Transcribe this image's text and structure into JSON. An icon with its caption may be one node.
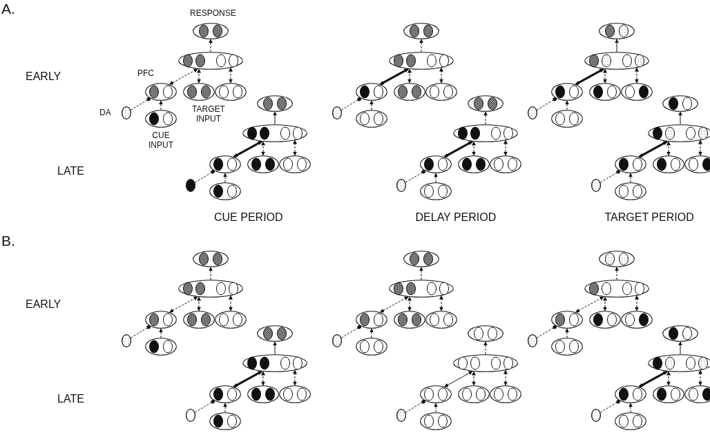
{
  "diagram": {
    "nodes": [
      {
        "text": [],
        "shape": "ellipse",
        "beside": [
          "RESPONSE"
        ]
      },
      {
        "text": [],
        "shape": "ellipse"
      },
      {
        "text": [],
        "shape": "ellipse",
        "beside": [
          "PFC"
        ]
      },
      {
        "text": [],
        "shape": "ellipse",
        "beside": [
          "TARGET INPUT"
        ]
      },
      {
        "text": [],
        "shape": "ellipse"
      },
      {
        "text": [],
        "shape": "ellipse",
        "beside": [
          "DA"
        ]
      },
      {
        "text": [],
        "shape": "ellipse",
        "beside": [
          "CUE INPUT"
        ]
      },
      {
        "text": [],
        "shape": "ellipse"
      },
      {
        "text": [],
        "shape": "ellipse"
      },
      {
        "text": [],
        "shape": "ellipse"
      },
      {
        "text": [],
        "shape": "ellipse"
      },
      {
        "text": [],
        "shape": "ellipse"
      },
      {
        "text": [],
        "shape": "ellipse"
      },
      {
        "text": [],
        "shape": "ellipse"
      },
      {
        "text": [],
        "shape": "ellipse"
      },
      {
        "text": [],
        "shape": "ellipse"
      },
      {
        "text": [],
        "shape": "ellipse"
      },
      {
        "text": [],
        "shape": "ellipse"
      },
      {
        "text": [],
        "shape": "ellipse"
      },
      {
        "text": [],
        "shape": "ellipse"
      },
      {
        "text": [],
        "shape": "ellipse"
      },
      {
        "text": [],
        "shape": "ellipse"
      },
      {
        "text": [],
        "shape": "ellipse"
      },
      {
        "text": [],
        "shape": "ellipse"
      },
      {
        "text": [],
        "shape": "ellipse"
      },
      {
        "text": [],
        "shape": "ellipse"
      },
      {
        "text": [],
        "shape": "ellipse"
      },
      {
        "text": [],
        "shape": "ellipse"
      },
      {
        "text": [],
        "shape": "ellipse"
      },
      {
        "text": [],
        "shape": "ellipse"
      },
      {
        "text": [],
        "shape": "ellipse"
      },
      {
        "text": [],
        "shape": "ellipse"
      },
      {
        "text": [],
        "shape": "ellipse"
      },
      {
        "text": [],
        "shape": "ellipse"
      },
      {
        "text": [],
        "shape": "ellipse"
      },
      {
        "text": [],
        "shape": "ellipse"
      },
      {
        "text": [],
        "shape": "ellipse"
      },
      {
        "text": [],
        "shape": "ellipse"
      },
      {
        "text": [],
        "shape": "ellipse"
      },
      {
        "text": [],
        "shape": "ellipse"
      },
      {
        "text": [],
        "shape": "ellipse"
      },
      {
        "text": [],
        "shape": "ellipse"
      },
      {
        "text": [],
        "shape": "ellipse"
      },
      {
        "text": [],
        "shape": "ellipse"
      },
      {
        "text": [],
        "shape": "ellipse"
      },
      {
        "text": [],
        "shape": "ellipse"
      },
      {
        "text": [],
        "shape": "ellipse"
      },
      {
        "text": [],
        "shape": "ellipse"
      },
      {
        "text": [],
        "shape": "ellipse"
      },
      {
        "text": [],
        "shape": "ellipse"
      },
      {
        "text": [],
        "shape": "ellipse"
      },
      {
        "text": [],
        "shape": "ellipse"
      },
      {
        "text": [],
        "shape": "ellipse"
      },
      {
        "text": [],
        "shape": "ellipse"
      },
      {
        "text": [],
        "shape": "ellipse"
      },
      {
        "text": [],
        "shape": "ellipse"
      },
      {
        "text": [],
        "shape": "ellipse"
      },
      {
        "text": [],
        "shape": "ellipse"
      },
      {
        "text": [],
        "shape": "ellipse"
      },
      {
        "text": [],
        "shape": "ellipse"
      },
      {
        "text": [],
        "shape": "ellipse"
      },
      {
        "text": [],
        "shape": "ellipse"
      },
      {
        "text": [],
        "shape": "ellipse"
      },
      {
        "text": [],
        "shape": "ellipse"
      },
      {
        "text": [],
        "shape": "ellipse"
      },
      {
        "text": [],
        "shape": "ellipse"
      },
      {
        "text": [],
        "shape": "ellipse"
      },
      {
        "text": [],
        "shape": "ellipse"
      },
      {
        "text": [],
        "shape": "ellipse"
      },
      {
        "text": [],
        "shape": "ellipse"
      },
      {
        "text": [],
        "shape": "ellipse"
      },
      {
        "text": [],
        "shape": "ellipse"
      },
      {
        "text": [],
        "shape": "ellipse"
      },
      {
        "text": [],
        "shape": "ellipse"
      },
      {
        "text": [],
        "shape": "ellipse"
      },
      {
        "text": [],
        "shape": "ellipse"
      },
      {
        "text": [],
        "shape": "ellipse"
      },
      {
        "text": [],
        "shape": "ellipse"
      },
      {
        "text": [],
        "shape": "ellipse"
      },
      {
        "text": [],
        "shape": "ellipse"
      },
      {
        "text": [],
        "shape": "ellipse"
      },
      {
        "text": [],
        "shape": "ellipse"
      },
      {
        "text": [],
        "shape": "ellipse"
      },
      {
        "text": [],
        "shape": "ellipse"
      }
    ],
    "edges": [
      {
        "from": 5,
        "to": 2,
        "arrow": "other",
        "style": "dashed"
      },
      {
        "from": 6,
        "to": 2,
        "arrow": "to",
        "style": "dashed"
      },
      {
        "from": 2,
        "to": 1,
        "arrow": "both",
        "style": "dashed"
      },
      {
        "from": 3,
        "to": 1,
        "arrow": "both",
        "style": "dashed"
      },
      {
        "from": 4,
        "to": 1,
        "arrow": "both",
        "style": "dashed"
      },
      {
        "from": 1,
        "to": 0,
        "arrow": "to",
        "style": "dashed"
      },
      {
        "from": 12,
        "to": 9,
        "arrow": "other",
        "style": "dashed"
      },
      {
        "from": 13,
        "to": 9,
        "arrow": "to",
        "style": "dashed"
      },
      {
        "from": 9,
        "to": 8,
        "arrow": "both",
        "style": "thick"
      },
      {
        "from": 10,
        "to": 8,
        "arrow": "both",
        "style": "dashed"
      },
      {
        "from": 11,
        "to": 8,
        "arrow": "both",
        "style": "dashed"
      },
      {
        "from": 8,
        "to": 7,
        "arrow": "to",
        "style": "dashed"
      },
      {
        "from": 19,
        "to": 16,
        "arrow": "other",
        "style": "dashed"
      },
      {
        "from": 20,
        "to": 16,
        "arrow": "to",
        "style": "dashed"
      },
      {
        "from": 16,
        "to": 15,
        "arrow": "both",
        "style": "thick"
      },
      {
        "from": 17,
        "to": 15,
        "arrow": "both",
        "style": "dashed"
      },
      {
        "from": 18,
        "to": 15,
        "arrow": "both",
        "style": "dashed"
      },
      {
        "from": 15,
        "to": 14,
        "arrow": "to"
      },
      {
        "from": 26,
        "to": 23,
        "arrow": "other",
        "style": "dashed"
      },
      {
        "from": 27,
        "to": 23,
        "arrow": "to",
        "style": "dashed"
      },
      {
        "from": 23,
        "to": 22,
        "arrow": "both",
        "style": "thick"
      },
      {
        "from": 24,
        "to": 22,
        "arrow": "both",
        "style": "dashed"
      },
      {
        "from": 25,
        "to": 22,
        "arrow": "both",
        "style": "dashed"
      },
      {
        "from": 22,
        "to": 21,
        "arrow": "to"
      },
      {
        "from": 33,
        "to": 30,
        "arrow": "other",
        "style": "dashed"
      },
      {
        "from": 34,
        "to": 30,
        "arrow": "to",
        "style": "dashed"
      },
      {
        "from": 30,
        "to": 29,
        "arrow": "both",
        "style": "thick"
      },
      {
        "from": 31,
        "to": 29,
        "arrow": "both",
        "style": "dashed"
      },
      {
        "from": 32,
        "to": 29,
        "arrow": "both",
        "style": "dashed"
      },
      {
        "from": 29,
        "to": 28,
        "arrow": "to",
        "style": "dashed"
      },
      {
        "from": 40,
        "to": 37,
        "arrow": "other",
        "style": "dashed"
      },
      {
        "from": 41,
        "to": 37,
        "arrow": "to",
        "style": "dashed"
      },
      {
        "from": 37,
        "to": 36,
        "arrow": "both",
        "style": "thick"
      },
      {
        "from": 38,
        "to": 36,
        "arrow": "both",
        "style": "dashed"
      },
      {
        "from": 39,
        "to": 36,
        "arrow": "both",
        "style": "dashed"
      },
      {
        "from": 36,
        "to": 35,
        "arrow": "to"
      },
      {
        "from": 47,
        "to": 44,
        "arrow": "other",
        "style": "dashed"
      },
      {
        "from": 48,
        "to": 44,
        "arrow": "to",
        "style": "dashed"
      },
      {
        "from": 44,
        "to": 43,
        "arrow": "both",
        "style": "dashed"
      },
      {
        "from": 45,
        "to": 43,
        "arrow": "both",
        "style": "dashed"
      },
      {
        "from": 46,
        "to": 43,
        "arrow": "both",
        "style": "dashed"
      },
      {
        "from": 43,
        "to": 42,
        "arrow": "to",
        "style": "dashed"
      },
      {
        "from": 54,
        "to": 51,
        "arrow": "other",
        "style": "dashed"
      },
      {
        "from": 55,
        "to": 51,
        "arrow": "to",
        "style": "dashed"
      },
      {
        "from": 51,
        "to": 50,
        "arrow": "both",
        "style": "dashed"
      },
      {
        "from": 52,
        "to": 50,
        "arrow": "both",
        "style": "dashed"
      },
      {
        "from": 53,
        "to": 50,
        "arrow": "both",
        "style": "dashed"
      },
      {
        "from": 50,
        "to": 49,
        "arrow": "to",
        "style": "dashed"
      },
      {
        "from": 61,
        "to": 58,
        "arrow": "other",
        "style": "dashed"
      },
      {
        "from": 62,
        "to": 58,
        "arrow": "to",
        "style": "dashed"
      },
      {
        "from": 58,
        "to": 57,
        "arrow": "both",
        "style": "dashed"
      },
      {
        "from": 59,
        "to": 57,
        "arrow": "both",
        "style": "dashed"
      },
      {
        "from": 60,
        "to": 57,
        "arrow": "both",
        "style": "dashed"
      },
      {
        "from": 57,
        "to": 56,
        "arrow": "to",
        "style": "dashed"
      },
      {
        "from": 68,
        "to": 65,
        "arrow": "other",
        "style": "dashed"
      },
      {
        "from": 69,
        "to": 65,
        "arrow": "to",
        "style": "dashed"
      },
      {
        "from": 65,
        "to": 64,
        "arrow": "both",
        "style": "thick"
      },
      {
        "from": 66,
        "to": 64,
        "arrow": "both",
        "style": "dashed"
      },
      {
        "from": 67,
        "to": 64,
        "arrow": "both",
        "style": "dashed"
      },
      {
        "from": 64,
        "to": 63,
        "arrow": "to"
      },
      {
        "from": 75,
        "to": 72,
        "arrow": "other",
        "style": "dashed"
      },
      {
        "from": 76,
        "to": 72,
        "arrow": "to",
        "style": "dashed"
      },
      {
        "from": 72,
        "to": 71,
        "arrow": "both"
      },
      {
        "from": 73,
        "to": 71,
        "arrow": "both",
        "style": "dashed"
      },
      {
        "from": 74,
        "to": 71,
        "arrow": "both",
        "style": "dashed"
      },
      {
        "from": 71,
        "to": 70,
        "arrow": "to",
        "style": "dashed"
      },
      {
        "from": 82,
        "to": 79,
        "arrow": "other",
        "style": "dashed"
      },
      {
        "from": 83,
        "to": 79,
        "arrow": "to",
        "style": "dashed"
      },
      {
        "from": 79,
        "to": 78,
        "arrow": "both",
        "style": "thick"
      },
      {
        "from": 80,
        "to": 78,
        "arrow": "both",
        "style": "dashed"
      },
      {
        "from": 81,
        "to": 78,
        "arrow": "both",
        "style": "dashed"
      },
      {
        "from": 78,
        "to": 77,
        "arrow": "to"
      }
    ],
    "labels": [
      "A.",
      "EARLY",
      "LATE",
      "CUE PERIOD",
      "DELAY PERIOD",
      "TARGET PERIOD",
      "B.",
      "EARLY",
      "LATE"
    ]
  }
}
